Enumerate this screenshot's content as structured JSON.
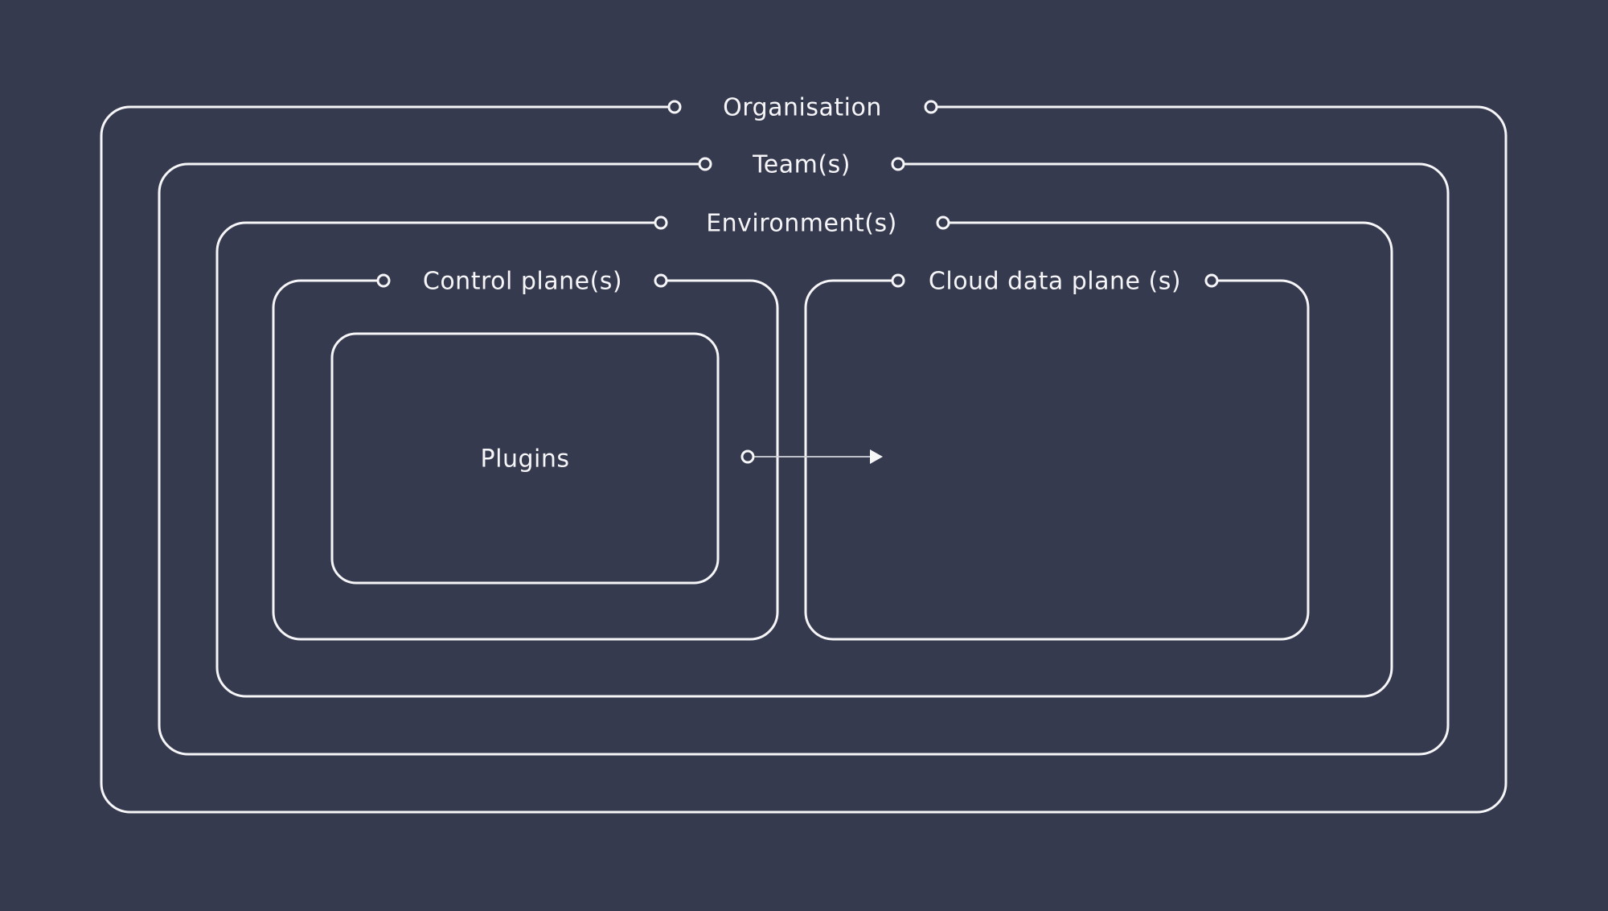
{
  "diagram": {
    "type": "nested-architecture-diagram",
    "colors": {
      "background": "#363a4f",
      "line": "#f6f6f8",
      "arrow": "#d4d6de"
    },
    "rings": [
      {
        "label": "Organisation"
      },
      {
        "label": "Team(s)"
      },
      {
        "label": "Environment(s)"
      }
    ],
    "planes": [
      {
        "label": "Control plane(s)"
      },
      {
        "label": "Cloud data plane (s)"
      }
    ],
    "plugins": {
      "label": "Plugins"
    },
    "arrow": {
      "direction": "right"
    }
  }
}
